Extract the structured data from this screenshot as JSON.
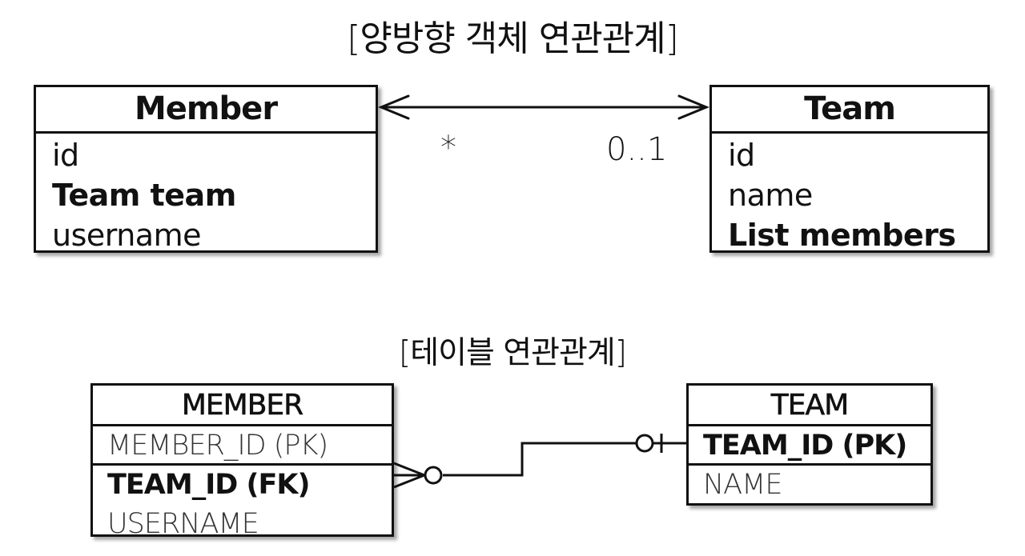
{
  "titles": {
    "object": "[양방향 객체 연관관계]",
    "table": "[테이블 연관관계]"
  },
  "member_class": {
    "name": "Member",
    "fields": [
      "id",
      "Team team",
      "username"
    ]
  },
  "team_class": {
    "name": "Team",
    "fields": [
      "id",
      "name",
      "List members"
    ]
  },
  "association": {
    "member_multiplicity": "*",
    "team_multiplicity": "0..1"
  },
  "member_table": {
    "name": "MEMBER",
    "columns": [
      "MEMBER_ID (PK)",
      "TEAM_ID (FK)",
      "USERNAME"
    ]
  },
  "team_table": {
    "name": "TEAM",
    "columns": [
      "TEAM_ID (PK)",
      "NAME"
    ]
  }
}
